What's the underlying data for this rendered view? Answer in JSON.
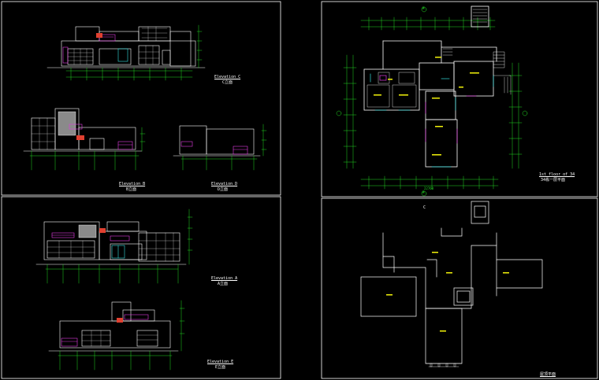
{
  "sheets": {
    "elevation_c": {
      "title": "Elevation C",
      "subtitle": "C立面"
    },
    "elevation_b": {
      "title": "Elevation B",
      "subtitle": "B立面"
    },
    "elevation_d": {
      "title": "Elevation D",
      "subtitle": "D立面"
    },
    "elevation_a": {
      "title": "Elevation A",
      "subtitle": "A立面"
    },
    "elevation_e": {
      "title": "Elevation E",
      "subtitle": "E立面"
    },
    "floor_plan": {
      "title": "1st floor of 34",
      "subtitle": "34栋一层平面",
      "axis_marker_top": "④",
      "axis_marker_bottom": "④",
      "overall_dim": "22760"
    },
    "roof_plan": {
      "title": "屋顶平面",
      "marker": "C"
    }
  },
  "colors": {
    "background": "#000000",
    "frame": "#ffffff",
    "dimension": "#22d822",
    "wall": "#ffffff",
    "accent_magenta": "#e23ce2",
    "accent_cyan": "#34e0e0",
    "accent_yellow": "#f2f20a",
    "accent_red": "#e04030"
  }
}
